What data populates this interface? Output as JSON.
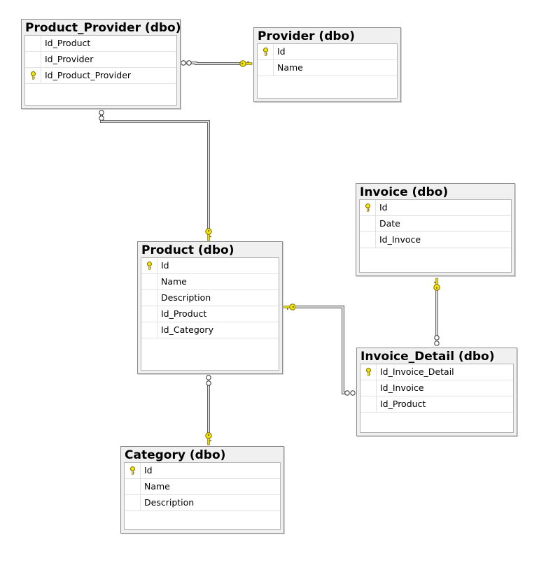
{
  "tables": {
    "product_provider": {
      "title": "Product_Provider (dbo)",
      "columns": [
        {
          "name": "Id_Product",
          "pk": false
        },
        {
          "name": "Id_Provider",
          "pk": false
        },
        {
          "name": "Id_Product_Provider",
          "pk": true
        }
      ]
    },
    "provider": {
      "title": "Provider (dbo)",
      "columns": [
        {
          "name": "Id",
          "pk": true
        },
        {
          "name": "Name",
          "pk": false
        }
      ]
    },
    "invoice": {
      "title": "Invoice (dbo)",
      "columns": [
        {
          "name": "Id",
          "pk": true
        },
        {
          "name": "Date",
          "pk": false
        },
        {
          "name": "Id_Invoce",
          "pk": false
        }
      ]
    },
    "product": {
      "title": "Product (dbo)",
      "columns": [
        {
          "name": "Id",
          "pk": true
        },
        {
          "name": "Name",
          "pk": false
        },
        {
          "name": "Description",
          "pk": false
        },
        {
          "name": "Id_Product",
          "pk": false
        },
        {
          "name": "Id_Category",
          "pk": false
        }
      ]
    },
    "invoice_detail": {
      "title": "Invoice_Detail (dbo)",
      "columns": [
        {
          "name": "Id_Invoice_Detail",
          "pk": true
        },
        {
          "name": "Id_Invoice",
          "pk": false
        },
        {
          "name": "Id_Product",
          "pk": false
        }
      ]
    },
    "category": {
      "title": "Category (dbo)",
      "columns": [
        {
          "name": "Id",
          "pk": true
        },
        {
          "name": "Name",
          "pk": false
        },
        {
          "name": "Description",
          "pk": false
        }
      ]
    }
  },
  "relationships": [
    {
      "from": "product_provider",
      "to": "provider"
    },
    {
      "from": "product_provider",
      "to": "product"
    },
    {
      "from": "invoice_detail",
      "to": "invoice"
    },
    {
      "from": "invoice_detail",
      "to": "product"
    },
    {
      "from": "product",
      "to": "category"
    }
  ],
  "colors": {
    "key": "#f5e60a",
    "key_outline": "#7a6a00",
    "line": "#606060"
  }
}
